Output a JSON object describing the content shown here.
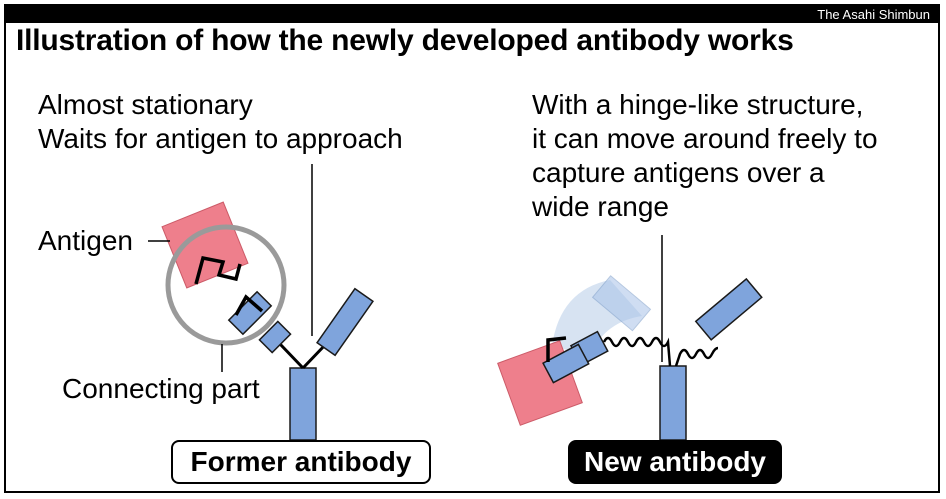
{
  "credit": "The Asahi Shimbun",
  "title": "Illustration of how the newly developed antibody works",
  "former": {
    "caption_line1": "Almost stationary",
    "caption_line2": "Waits for antigen to approach",
    "antigen_label": "Antigen",
    "connecting_label": "Connecting part",
    "name": "Former antibody"
  },
  "new": {
    "caption_line1": "With a hinge-like structure,",
    "caption_line2": "it can move around freely to",
    "caption_line3": "capture antigens over a",
    "caption_line4": "wide range",
    "name": "New antibody"
  },
  "colors": {
    "antibody": "#7fa4dc",
    "antigen": "#ee7f8c",
    "outline": "#000000",
    "circle": "#9a9a9a",
    "ghost": "#c9d9ee"
  }
}
